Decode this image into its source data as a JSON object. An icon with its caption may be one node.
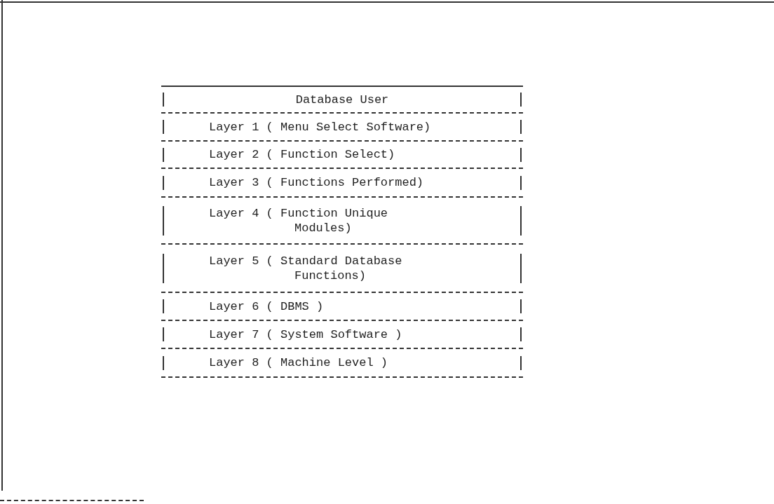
{
  "diagram": {
    "nodes": [
      {
        "text": [
          "Database User"
        ]
      },
      {
        "text": [
          "Layer 1 ( Menu Select Software)"
        ]
      },
      {
        "text": [
          "Layer 2 ( Function Select)"
        ]
      },
      {
        "text": [
          "Layer 3 ( Functions Performed)"
        ]
      },
      {
        "text": [
          "Layer 4 ( Function Unique Modules)"
        ]
      },
      {
        "text": [
          "Layer 5 ( Standard Database Functions)"
        ]
      },
      {
        "text": [
          "Layer 6 ( DBMS )"
        ]
      },
      {
        "text": [
          "Layer 7 ( System Software )"
        ]
      },
      {
        "text": [
          "Layer 8 ( Machine Level )"
        ]
      }
    ]
  }
}
